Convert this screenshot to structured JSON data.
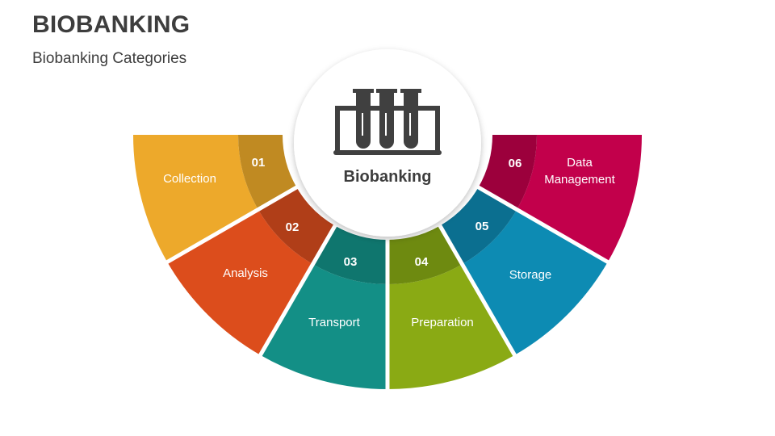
{
  "header": {
    "title": "BIOBANKING",
    "subtitle": "Biobanking Categories"
  },
  "center": {
    "label": "Biobanking",
    "icon": "test-tubes-rack-icon"
  },
  "segments": [
    {
      "number": "01",
      "label": "Collection",
      "color": "#EDA92B",
      "dark": "#C08A22"
    },
    {
      "number": "02",
      "label": "Analysis",
      "color": "#DC4D1C",
      "dark": "#B03E18"
    },
    {
      "number": "03",
      "label": "Transport",
      "color": "#138F86",
      "dark": "#0F766E"
    },
    {
      "number": "04",
      "label": "Preparation",
      "color": "#8AAA14",
      "dark": "#6E8A10"
    },
    {
      "number": "05",
      "label": "Storage",
      "color": "#0D8BB3",
      "dark": "#0B6F90"
    },
    {
      "number": "06",
      "label_line1": "Data",
      "label_line2": "Management",
      "color": "#C2004B",
      "dark": "#9C003C"
    }
  ]
}
